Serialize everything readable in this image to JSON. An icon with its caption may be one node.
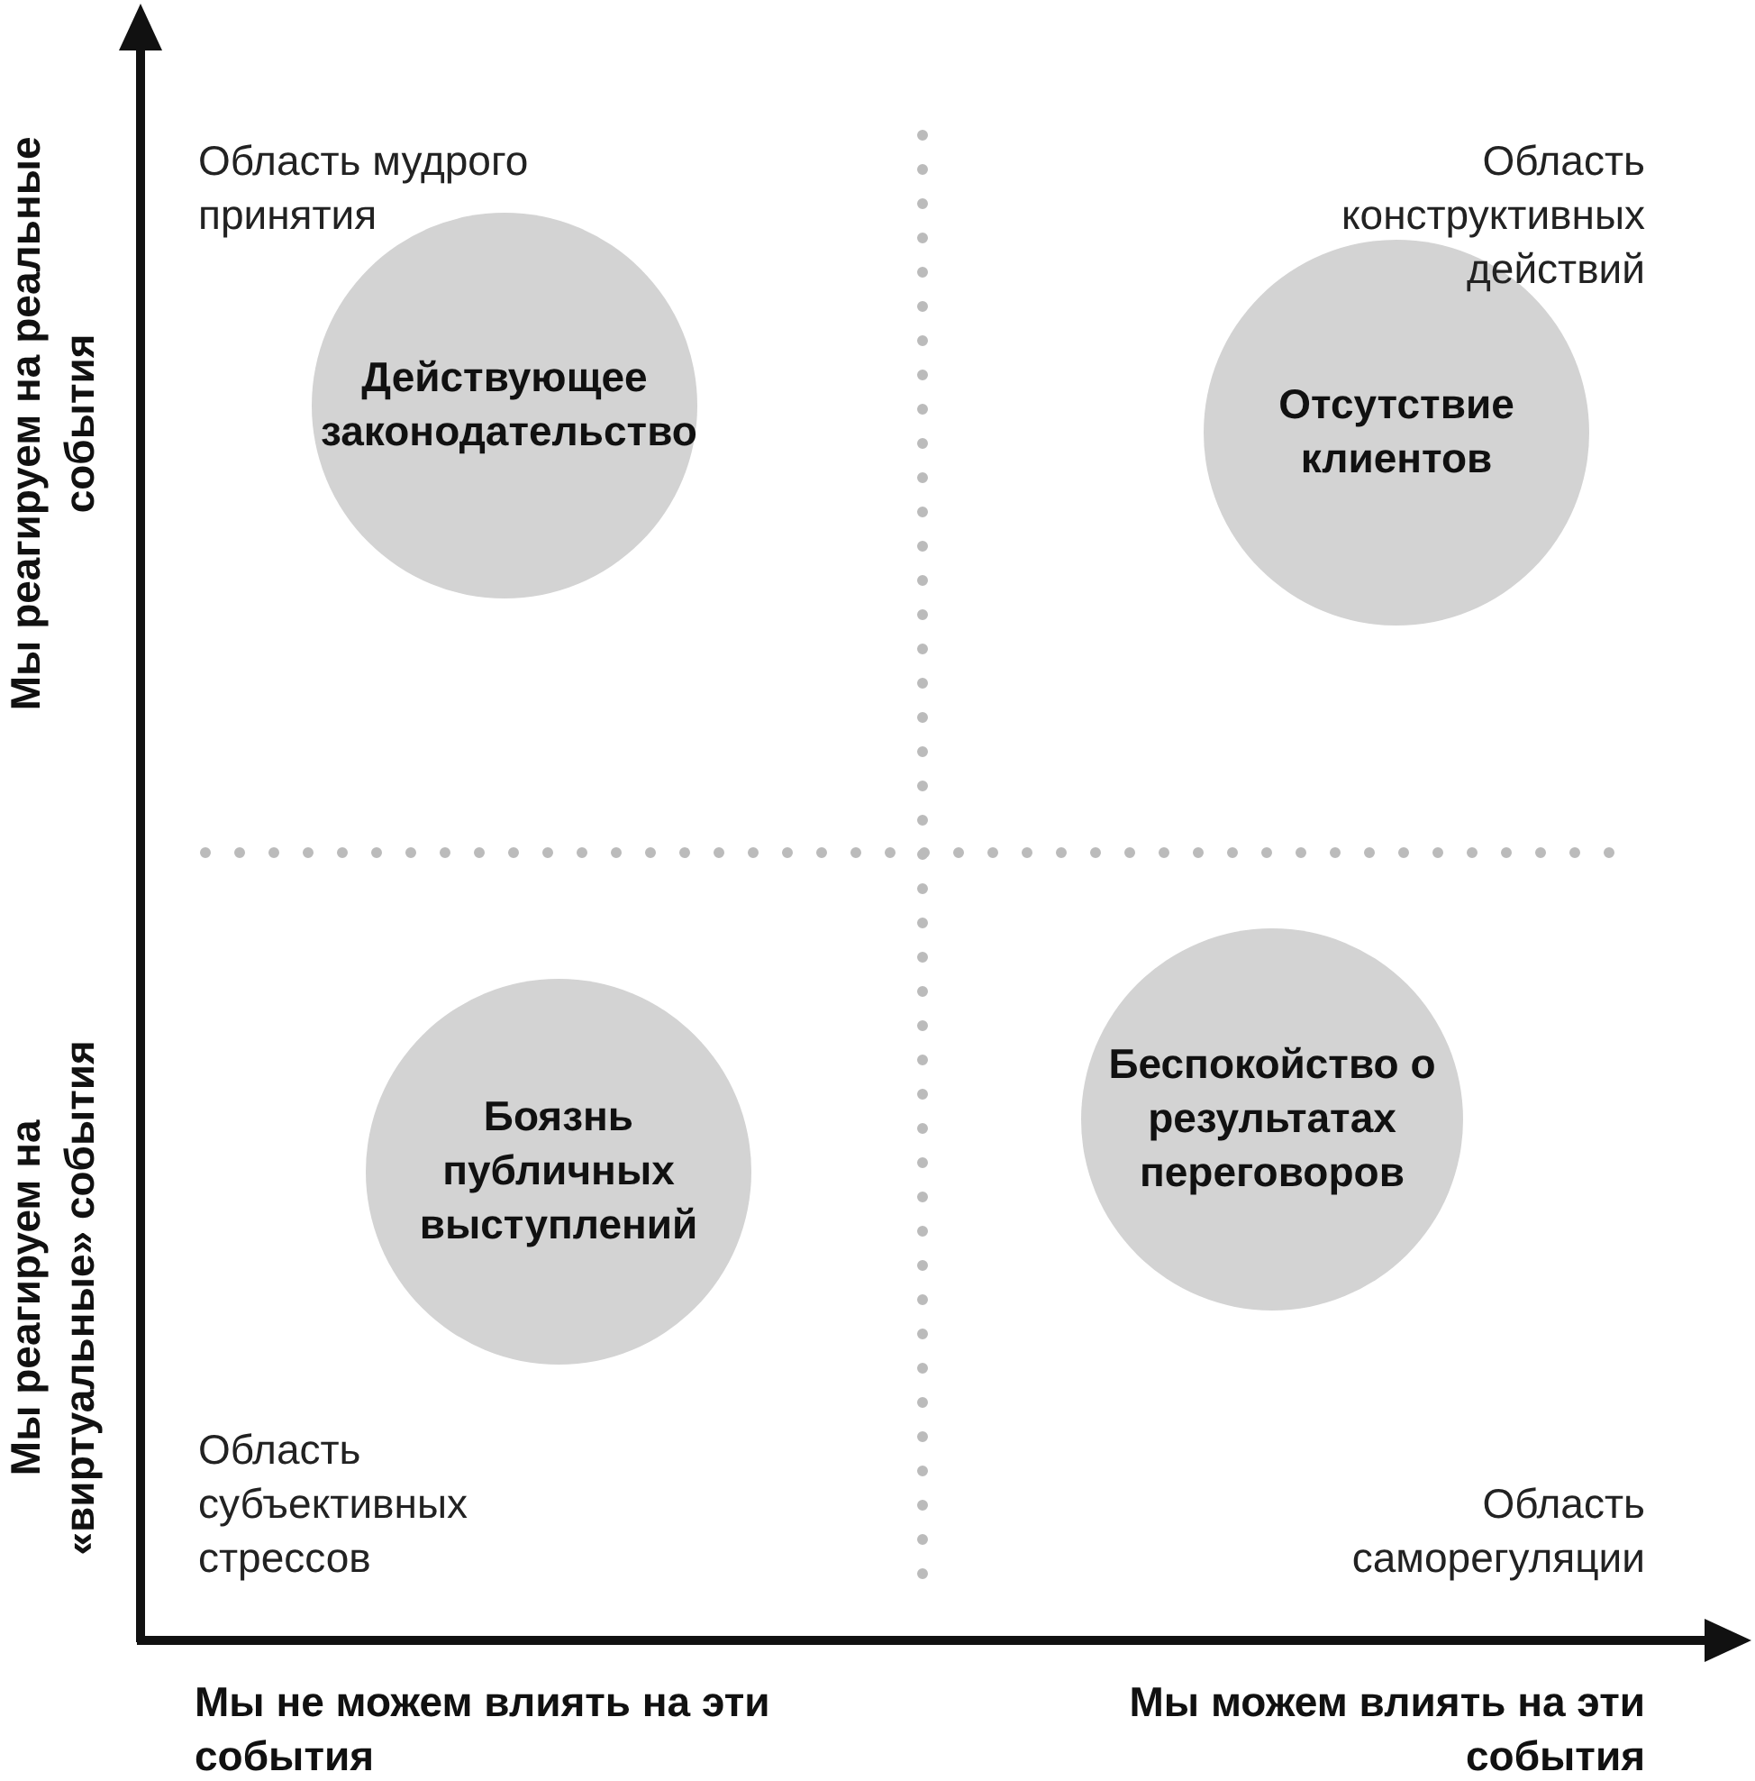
{
  "diagram": {
    "nodes": [
      {
        "text": [
          "Действующее законодательство"
        ]
      },
      {
        "text": [
          "Отсутствие клиентов"
        ]
      },
      {
        "text": [
          "Боязнь публичных выступлений"
        ]
      },
      {
        "text": [
          "Беспокойство о результатах переговоров"
        ]
      }
    ],
    "labels": [
      "Мы реагируем на реальные события",
      "Область мудрого принятия",
      "Область конструктивных действий",
      "Мы реагируем на «виртуальные» события",
      "Область субъективных стрессов",
      "Область саморегуляции",
      "Мы не можем влиять на эти события",
      "Мы можем влиять на эти события"
    ]
  }
}
